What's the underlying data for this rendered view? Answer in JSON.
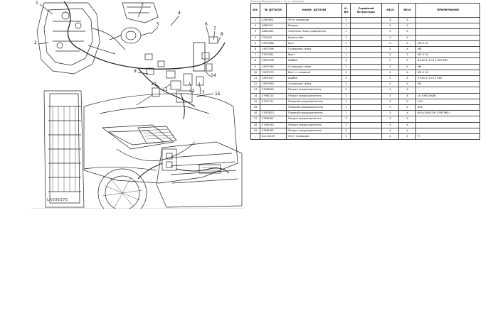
{
  "caption": "Электрооборудование — жгут проводов",
  "figure_code": "LX036375",
  "callouts": [
    "1",
    "2",
    "3",
    "4",
    "5",
    "6",
    "7",
    "8",
    "9",
    "10",
    "11",
    "12",
    "13",
    "14",
    "15"
  ],
  "table": {
    "headers": [
      "КН.",
      "№ ДЕТАЛИ",
      "НАИМ. ДЕТАЛИ",
      "К-ВО",
      "Серийный №трактора",
      "6510",
      "6610",
      "ПРИМЕЧАНИЯ"
    ],
    "rows": [
      [
        "1",
        "AZ63604",
        "Жгут проводов",
        "1",
        "",
        "X",
        "X",
        ""
      ],
      [
        "2",
        "AZ63101",
        "Модуль",
        "1",
        "",
        "X",
        "X",
        ""
      ],
      [
        "3",
        "AZ62469",
        "Электрон. блок управления",
        "1",
        "",
        "X",
        "X",
        ""
      ],
      [
        "4",
        "Z75463",
        "Кронштейн",
        "1",
        "",
        "X",
        "X",
        ""
      ],
      [
        "5",
        "19M7866",
        "Болт",
        "1",
        "",
        "X",
        "X",
        "M8 X 20"
      ],
      [
        "6",
        "14M7296",
        "Стопорная гайка",
        "1",
        "",
        "X",
        "X",
        "M8"
      ],
      [
        "7",
        "37M7061",
        "Винт",
        "1",
        "",
        "X",
        "X",
        "M5 X 16"
      ],
      [
        "8",
        "24M7098",
        "Шайба",
        "2",
        "",
        "X",
        "X",
        "8.400 X 13 X 1.600 MM"
      ],
      [
        "9",
        "14M7165",
        "Стопорная гайка",
        "1",
        "",
        "X",
        "X",
        "M6"
      ],
      [
        "10",
        "19M7373",
        "Винт с головкой",
        "2",
        "",
        "X",
        "X",
        "M5 X 16"
      ],
      [
        "11",
        "24M7027",
        "Шайба",
        "4",
        "",
        "X",
        "X",
        "5.300 X 10 X 1 MM"
      ],
      [
        "12",
        "14M7063",
        "Стопорная гайка",
        "2",
        "",
        "X",
        "X",
        "M5"
      ],
      [
        "13",
        "57M8695",
        "Патрон предохранителя",
        "2",
        "",
        "X",
        "X",
        ""
      ],
      [
        "14",
        "57M8115",
        "Патрон предохранителя",
        "1",
        "",
        "X",
        "X",
        "(A: КРАСНЫЙ)"
      ],
      [
        "15",
        "57M7121",
        "Плавкий предохранитель",
        "1",
        "",
        "X",
        "X",
        "10A"
      ],
      [
        "16",
        "",
        "Плавкий предохранитель",
        "1",
        "",
        "X",
        "X",
        "30A"
      ],
      [
        "16",
        "57M7623",
        "Плавкий предохранитель",
        "1",
        "",
        "X",
        "X",
        "60A (SUB FOR 57M7980)"
      ],
      [
        "17",
        "57M8181",
        "Патрон предохранителя",
        "3",
        "",
        "X",
        "X",
        ""
      ],
      [
        "18",
        "57M8183",
        "Патрон предохранителя",
        "3",
        "",
        "X",
        "X",
        ""
      ],
      [
        "19",
        "57M8185",
        "Патрон предохранителя",
        "2",
        "",
        "X",
        "X",
        ""
      ],
      [
        "–",
        "AL120259",
        "Жгут проводов",
        "1",
        "",
        "X",
        "X",
        "П"
      ]
    ]
  }
}
